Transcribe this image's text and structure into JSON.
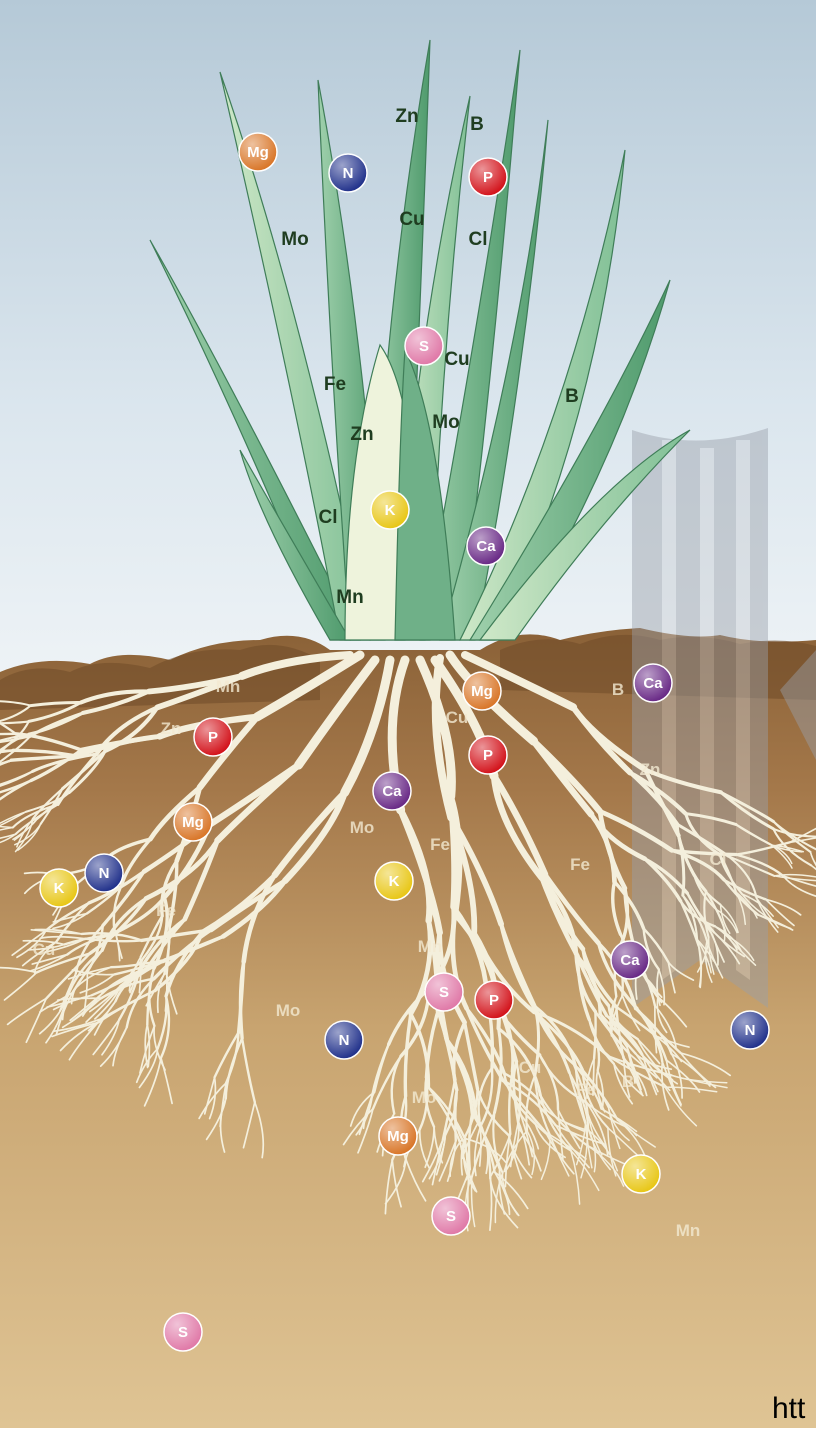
{
  "leaf_labels": [
    {
      "text": "Zn"
    },
    {
      "text": "B"
    },
    {
      "text": "Mo"
    },
    {
      "text": "Cu"
    },
    {
      "text": "Cl"
    },
    {
      "text": "Cu"
    },
    {
      "text": "Fe"
    },
    {
      "text": "Mo"
    },
    {
      "text": "B"
    },
    {
      "text": "Zn"
    },
    {
      "text": "Cl"
    },
    {
      "text": "Mn"
    }
  ],
  "leaf_badges": [
    {
      "text": "Mg",
      "color": "#d9772a"
    },
    {
      "text": "N",
      "color": "#23338c"
    },
    {
      "text": "P",
      "color": "#d3141c"
    },
    {
      "text": "S",
      "color": "#e07aa8"
    },
    {
      "text": "K",
      "color": "#e8c718"
    },
    {
      "text": "Ca",
      "color": "#6a2b87"
    }
  ],
  "soil_labels": [
    {
      "text": "Mn"
    },
    {
      "text": "Zn"
    },
    {
      "text": "B"
    },
    {
      "text": "Cu"
    },
    {
      "text": "Zn"
    },
    {
      "text": "Mo"
    },
    {
      "text": "Fe"
    },
    {
      "text": "Fe"
    },
    {
      "text": "Cl"
    },
    {
      "text": "Fe"
    },
    {
      "text": "Cu"
    },
    {
      "text": "Mn"
    },
    {
      "text": "Mo"
    },
    {
      "text": "Mo"
    },
    {
      "text": "Cu"
    },
    {
      "text": "Fe"
    },
    {
      "text": "B"
    },
    {
      "text": "Mn"
    }
  ],
  "soil_badges": [
    {
      "text": "P",
      "color": "#d3141c"
    },
    {
      "text": "Mg",
      "color": "#d9772a"
    },
    {
      "text": "Ca",
      "color": "#6a2b87"
    },
    {
      "text": "P",
      "color": "#d3141c"
    },
    {
      "text": "Ca",
      "color": "#6a2b87"
    },
    {
      "text": "Mg",
      "color": "#d9772a"
    },
    {
      "text": "K",
      "color": "#e8c718"
    },
    {
      "text": "N",
      "color": "#23338c"
    },
    {
      "text": "K",
      "color": "#e8c718"
    },
    {
      "text": "Ca",
      "color": "#6a2b87"
    },
    {
      "text": "S",
      "color": "#e07aa8"
    },
    {
      "text": "P",
      "color": "#d3141c"
    },
    {
      "text": "N",
      "color": "#23338c"
    },
    {
      "text": "N",
      "color": "#23338c"
    },
    {
      "text": "Mg",
      "color": "#d9772a"
    },
    {
      "text": "K",
      "color": "#e8c718"
    },
    {
      "text": "S",
      "color": "#e07aa8"
    },
    {
      "text": "S",
      "color": "#e07aa8"
    }
  ],
  "url_fragment": "htt"
}
